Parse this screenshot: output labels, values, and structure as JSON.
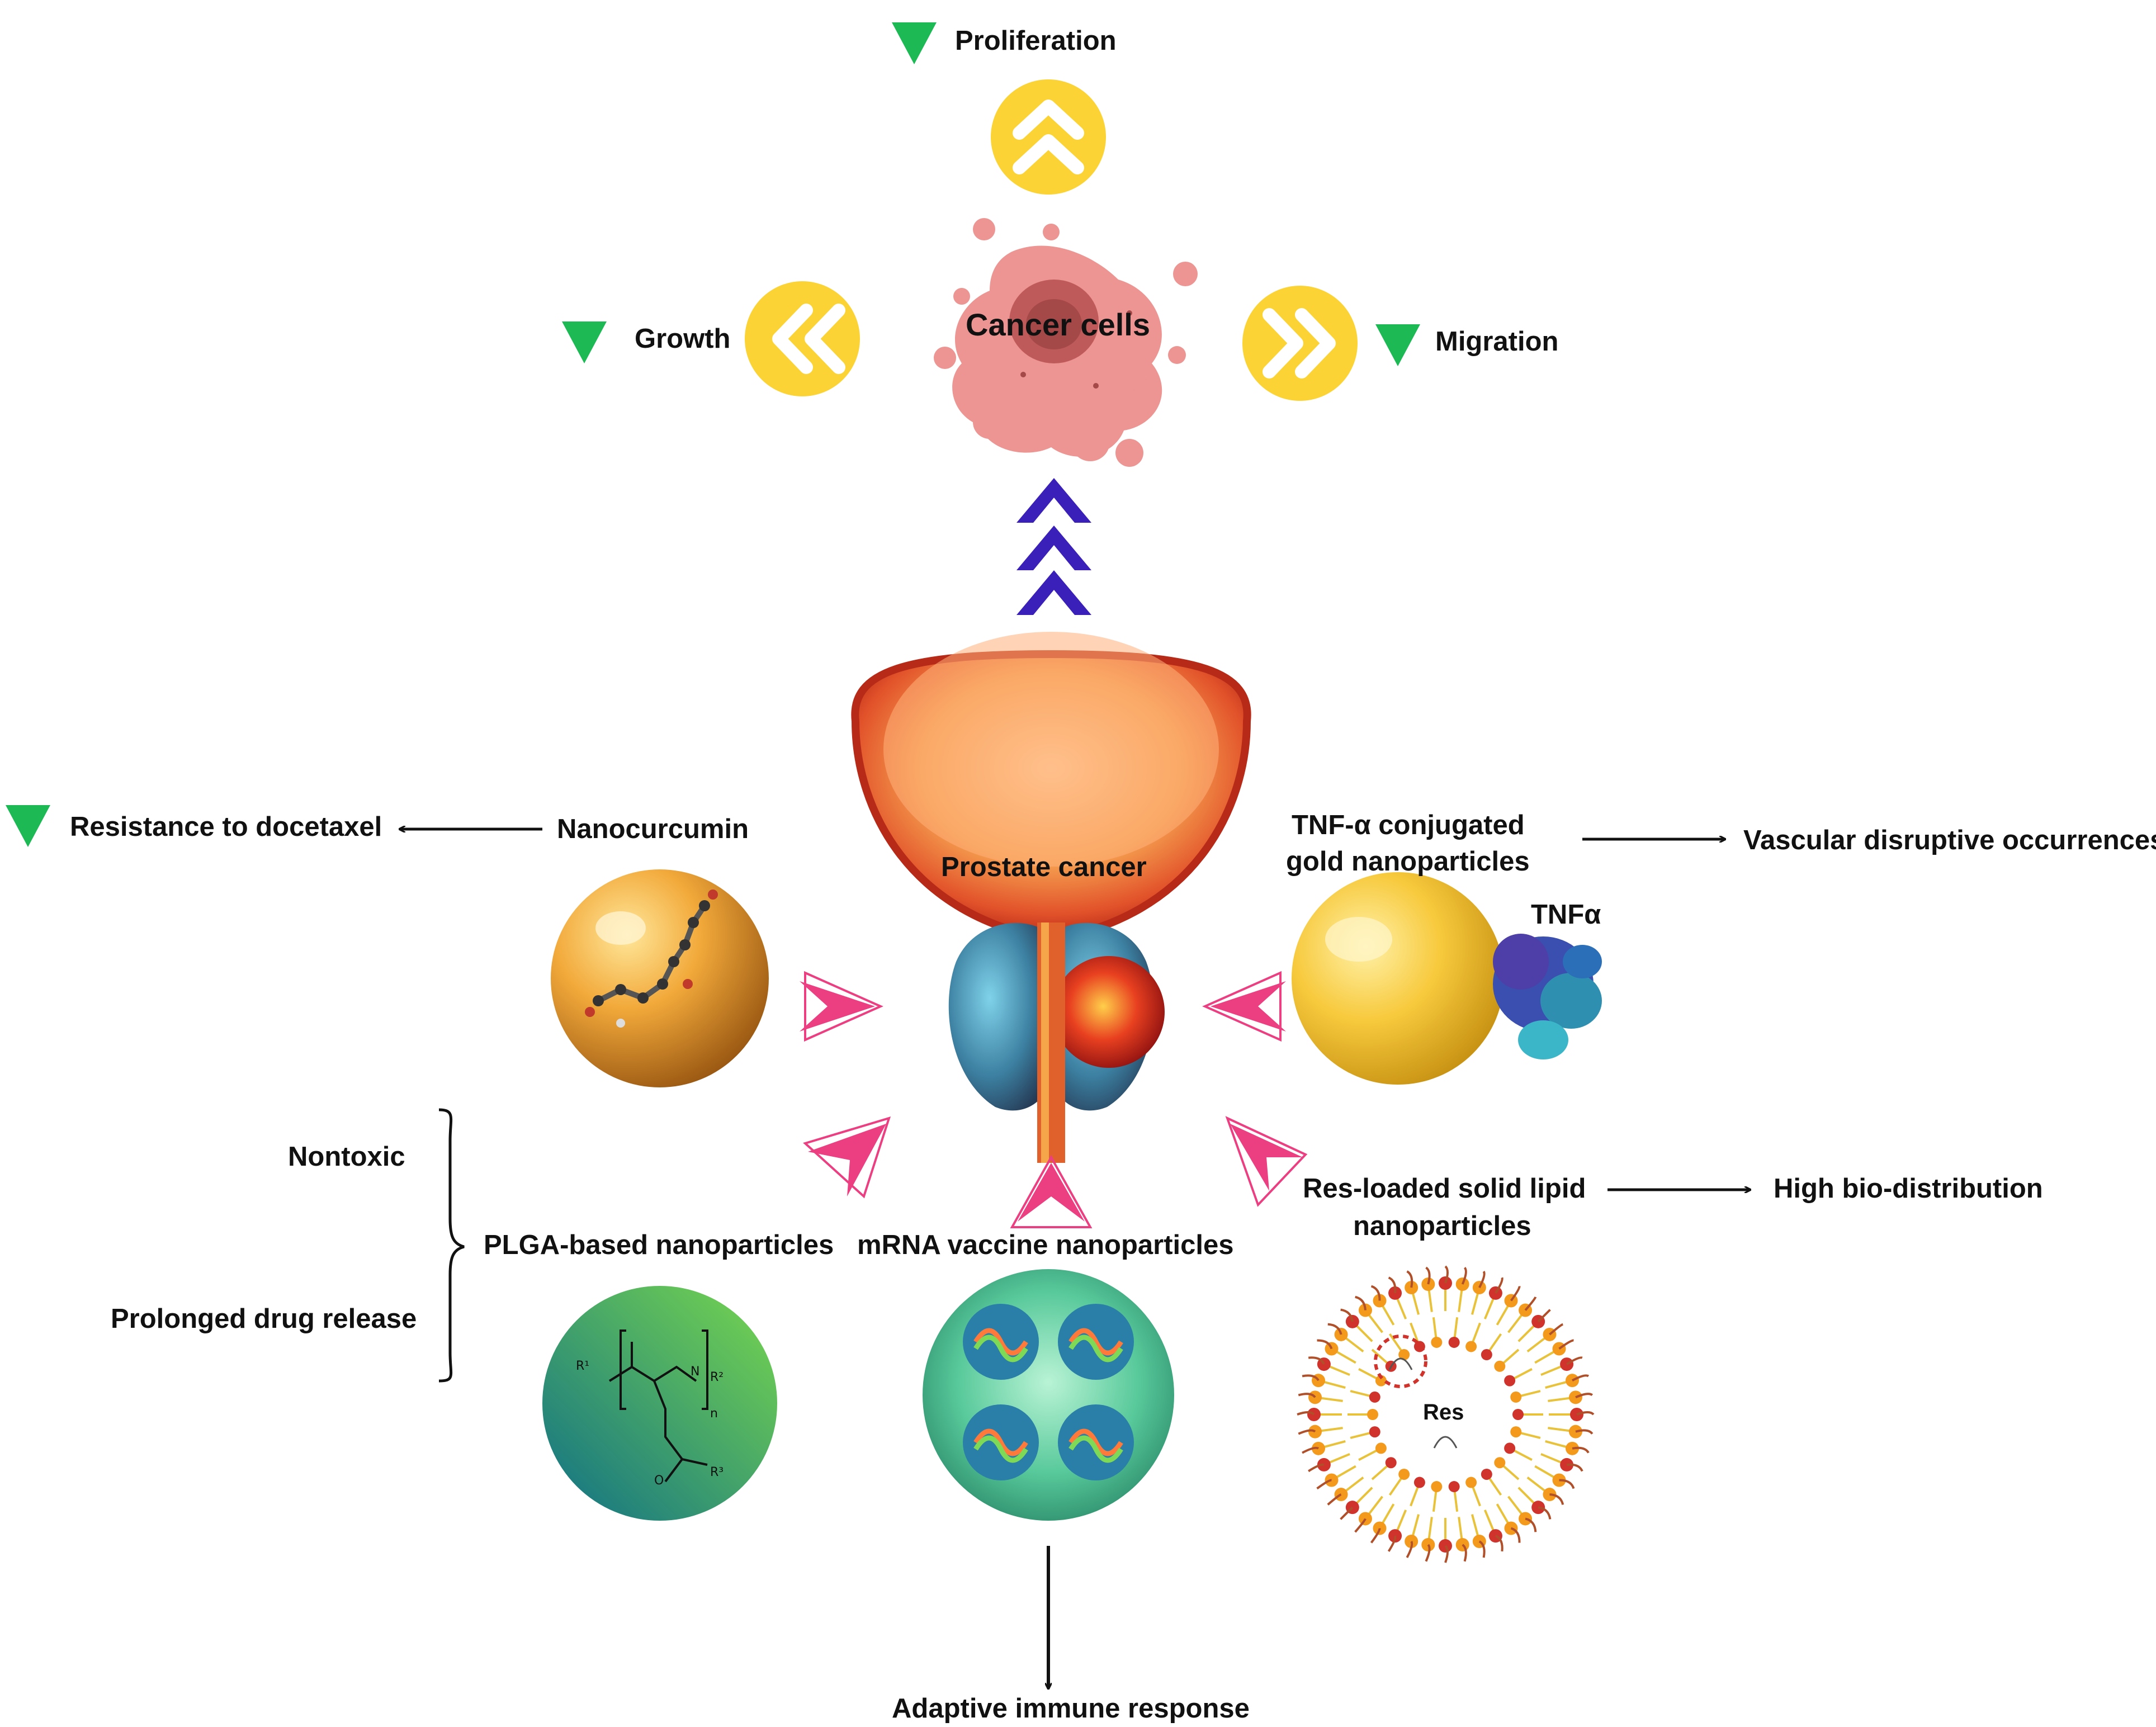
{
  "center": {
    "cancer_cells": "Cancer cells",
    "prostate_cancer": "Prostate cancer"
  },
  "effects": {
    "proliferation": "Proliferation",
    "growth": "Growth",
    "migration": "Migration"
  },
  "nanoparticles": {
    "nanocurcumin": "Nanocurcumin",
    "tnf_gold_line1": "TNF-α conjugated",
    "tnf_gold_line2": "gold nanoparticles",
    "tnf_tag": "TNFα",
    "plga": "PLGA-based nanoparticles",
    "mrna": "mRNA vaccine nanoparticles",
    "res_sln_line1": "Res-loaded solid lipid",
    "res_sln_line2": "nanoparticles",
    "res_tag": "Res"
  },
  "outcomes": {
    "docetaxel": "Resistance to docetaxel",
    "vascular": "Vascular disruptive occurrences",
    "biodistribution": "High bio-distribution",
    "immune": "Adaptive immune response",
    "nontoxic": "Nontoxic",
    "prolonged": "Prolonged drug release"
  },
  "colors": {
    "yellow_circle": "#fbd335",
    "green_marker": "#1db954",
    "pink_arrow": "#ec3f82",
    "purple_chevron": "#3a1fb8",
    "cancer_pink": "#e98a88"
  }
}
